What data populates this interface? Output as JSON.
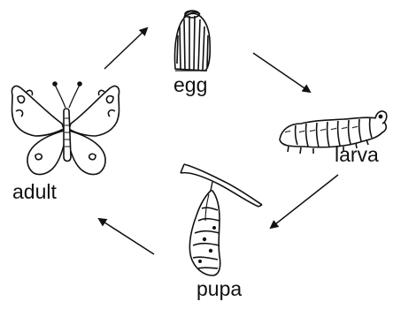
{
  "diagram": {
    "stages": [
      {
        "label": "egg",
        "icon": "egg-icon"
      },
      {
        "label": "larva",
        "icon": "caterpillar-icon"
      },
      {
        "label": "pupa",
        "icon": "chrysalis-icon"
      },
      {
        "label": "adult",
        "icon": "butterfly-icon"
      }
    ],
    "flow_direction": "clockwise",
    "colors": {
      "ink": "#111111",
      "background": "#ffffff"
    }
  }
}
